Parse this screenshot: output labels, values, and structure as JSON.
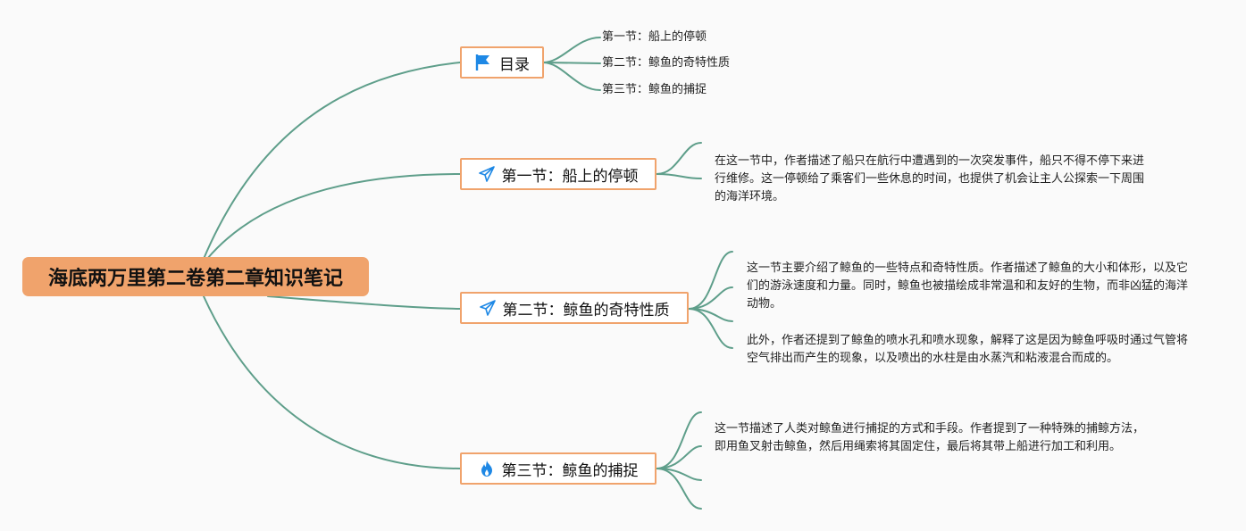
{
  "root": {
    "title": "海底两万里第二卷第二章知识笔记"
  },
  "branches": [
    {
      "label": "目录",
      "icon": "flag-icon",
      "children": [
        "第一节：船上的停顿",
        "第二节：鲸鱼的奇特性质",
        "第三节：鲸鱼的捕捉"
      ]
    },
    {
      "label": "第一节：船上的停顿",
      "icon": "paper-plane-icon",
      "notes": [
        "在这一节中，作者描述了船只在航行中遭遇到的一次突发事件，船只不得不停下来进行维修。这一停顿给了乘客们一些休息的时间，也提供了机会让主人公探索一下周围的海洋环境。"
      ]
    },
    {
      "label": "第二节：鲸鱼的奇特性质",
      "icon": "paper-plane-icon",
      "notes": [
        "这一节主要介绍了鲸鱼的一些特点和奇特性质。作者描述了鲸鱼的大小和体形，以及它们的游泳速度和力量。同时，鲸鱼也被描绘成非常温和和友好的生物，而非凶猛的海洋动物。",
        "此外，作者还提到了鲸鱼的喷水孔和喷水现象，解释了这是因为鲸鱼呼吸时通过气管将空气排出而产生的现象，以及喷出的水柱是由水蒸汽和粘液混合而成的。"
      ]
    },
    {
      "label": "第三节：鲸鱼的捕捉",
      "icon": "fire-icon",
      "notes": [
        "这一节描述了人类对鲸鱼进行捕捉的方式和手段。作者提到了一种特殊的捕鲸方法，即用鱼叉射击鲸鱼，然后用绳索将其固定住，最后将其带上船进行加工和利用。"
      ]
    }
  ],
  "colors": {
    "line": "#5e9e8a",
    "root_fill": "#f0a36c",
    "node_border": "#f0a36c",
    "icon": "#1e88e5",
    "background": "#fafafa"
  }
}
